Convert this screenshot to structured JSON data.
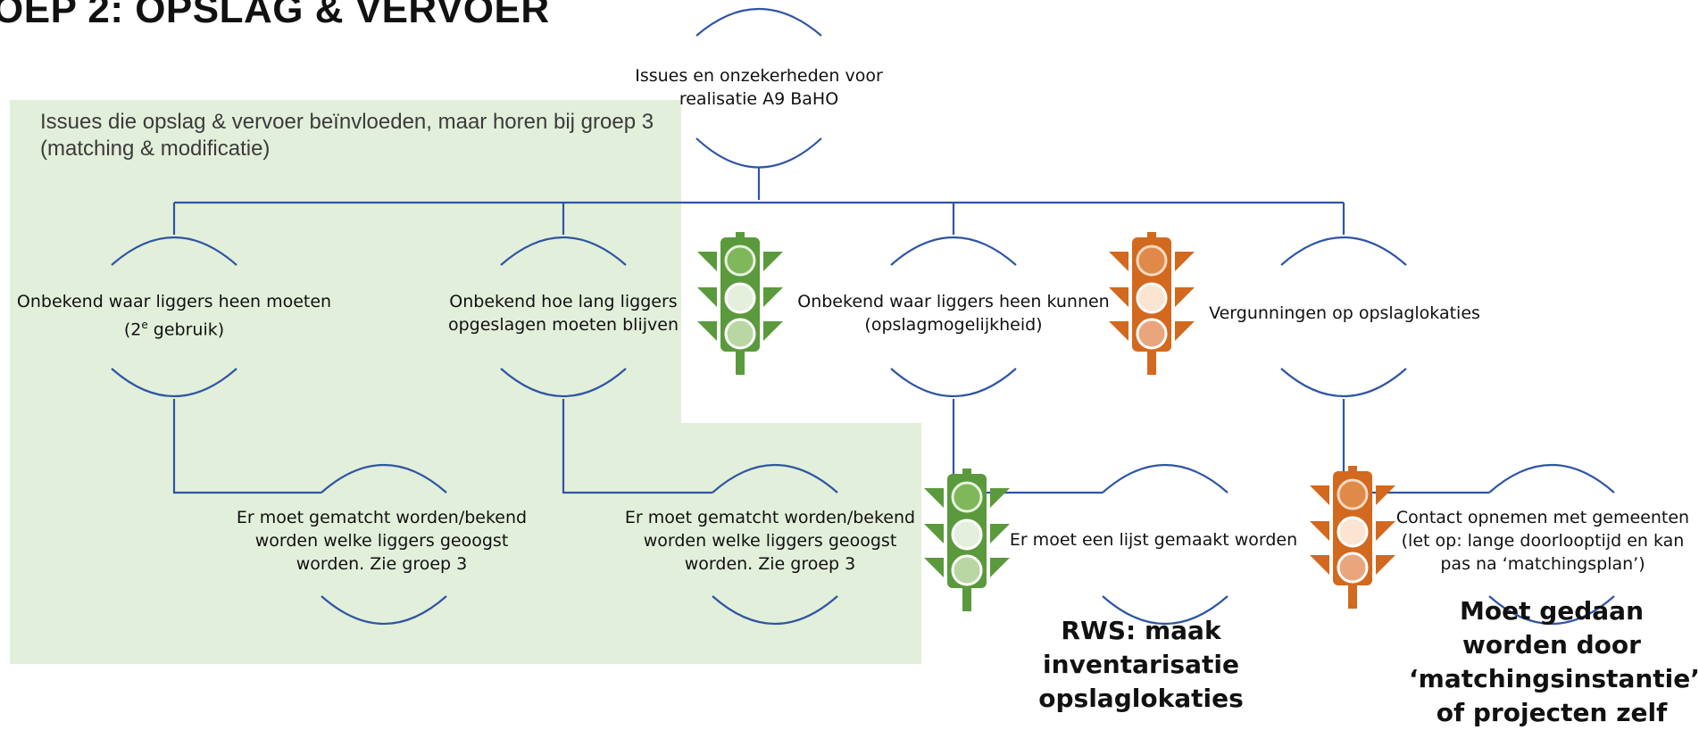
{
  "title": "OEP 2: OPSLAG & VERVOER",
  "green_note": "Issues die opslag & vervoer beïnvloeden, maar horen bij groep 3 (matching & modificatie)",
  "nodes": {
    "root": "Issues en onzekerheden voor realisatie A9 BaHO",
    "n1_line1": "Onbekend waar liggers heen moeten",
    "n1_line2_pre": "(2",
    "n1_line2_sup": "e",
    "n1_line2_post": " gebruik)",
    "n2": "Onbekend hoe lang liggers opgeslagen moeten blijven",
    "n3": "Onbekend waar liggers heen kunnen (opslagmogelijkheid)",
    "n4": "Vergunningen op opslaglokaties",
    "c1": "Er moet gematcht worden/bekend worden welke liggers geoogst worden. Zie groep 3",
    "c2": "Er moet gematcht worden/bekend worden welke liggers geoogst worden. Zie groep 3",
    "c3": "Er moet een lijst gemaakt worden",
    "c4": "Contact opnemen met gemeenten (let op: lange doorlooptijd en kan pas na ‘matchingsplan’)"
  },
  "notes": {
    "rws": "RWS: maak inventarisatie opslaglokaties",
    "matching": "Moet gedaan worden door ‘matchingsinstantie’ of projecten zelf"
  },
  "colors": {
    "line": "#2f55a4",
    "green_zone": "#e2efda",
    "traffic_green": "#5a9a3c",
    "traffic_orange": "#d2691e"
  },
  "traffic_lights": [
    {
      "id": "tl-top-green",
      "status": "green"
    },
    {
      "id": "tl-top-orange",
      "status": "orange"
    },
    {
      "id": "tl-bottom-green",
      "status": "green"
    },
    {
      "id": "tl-bottom-orange",
      "status": "orange"
    }
  ]
}
